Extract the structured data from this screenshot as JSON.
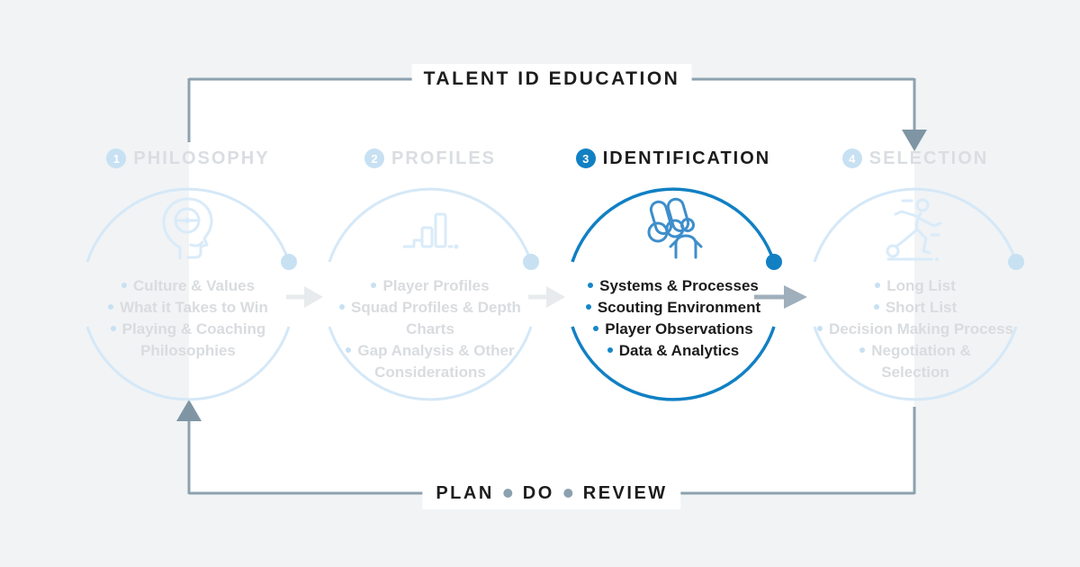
{
  "header": {
    "top_label": "TALENT ID EDUCATION"
  },
  "footer": {
    "words": [
      "PLAN",
      "DO",
      "REVIEW"
    ]
  },
  "stages": [
    {
      "number": "1",
      "title": "PHILOSOPHY",
      "active": false,
      "icon": "thinking-head-icon",
      "bullets": [
        "Culture & Values",
        "What it Takes to Win",
        "Playing & Coaching\nPhilosophies"
      ]
    },
    {
      "number": "2",
      "title": "PROFILES",
      "active": false,
      "icon": "bar-chart-icon",
      "bullets": [
        "Player Profiles",
        "Squad Profiles & Depth\nCharts",
        "Gap Analysis & Other\nConsiderations"
      ]
    },
    {
      "number": "3",
      "title": "IDENTIFICATION",
      "active": true,
      "icon": "scout-binoculars-icon",
      "bullets": [
        "Systems & Processes",
        "Scouting Environment",
        "Player Observations",
        "Data & Analytics"
      ]
    },
    {
      "number": "4",
      "title": "SELECTION",
      "active": false,
      "icon": "footballer-icon",
      "bullets": [
        "Long List",
        "Short List",
        "Decision Making Process",
        "Negotiation &\nSelection"
      ]
    }
  ],
  "colors": {
    "background": "#f1f3f5",
    "panel": "#ffffff",
    "accent_blue": "#1180c3",
    "icon_blue": "#3e8ecb",
    "inactive_blue": "#c7e1f3",
    "inactive_arc": "#d5e8f7",
    "frame_gray": "#8da1af",
    "frame_arrowhead": "#7f95a4",
    "active_arrow_gray": "#9fafbb",
    "inactive_arrow_gray": "#e8ebed",
    "inactive_text": "#d9dcdf",
    "active_text": "#1c1c1c"
  }
}
